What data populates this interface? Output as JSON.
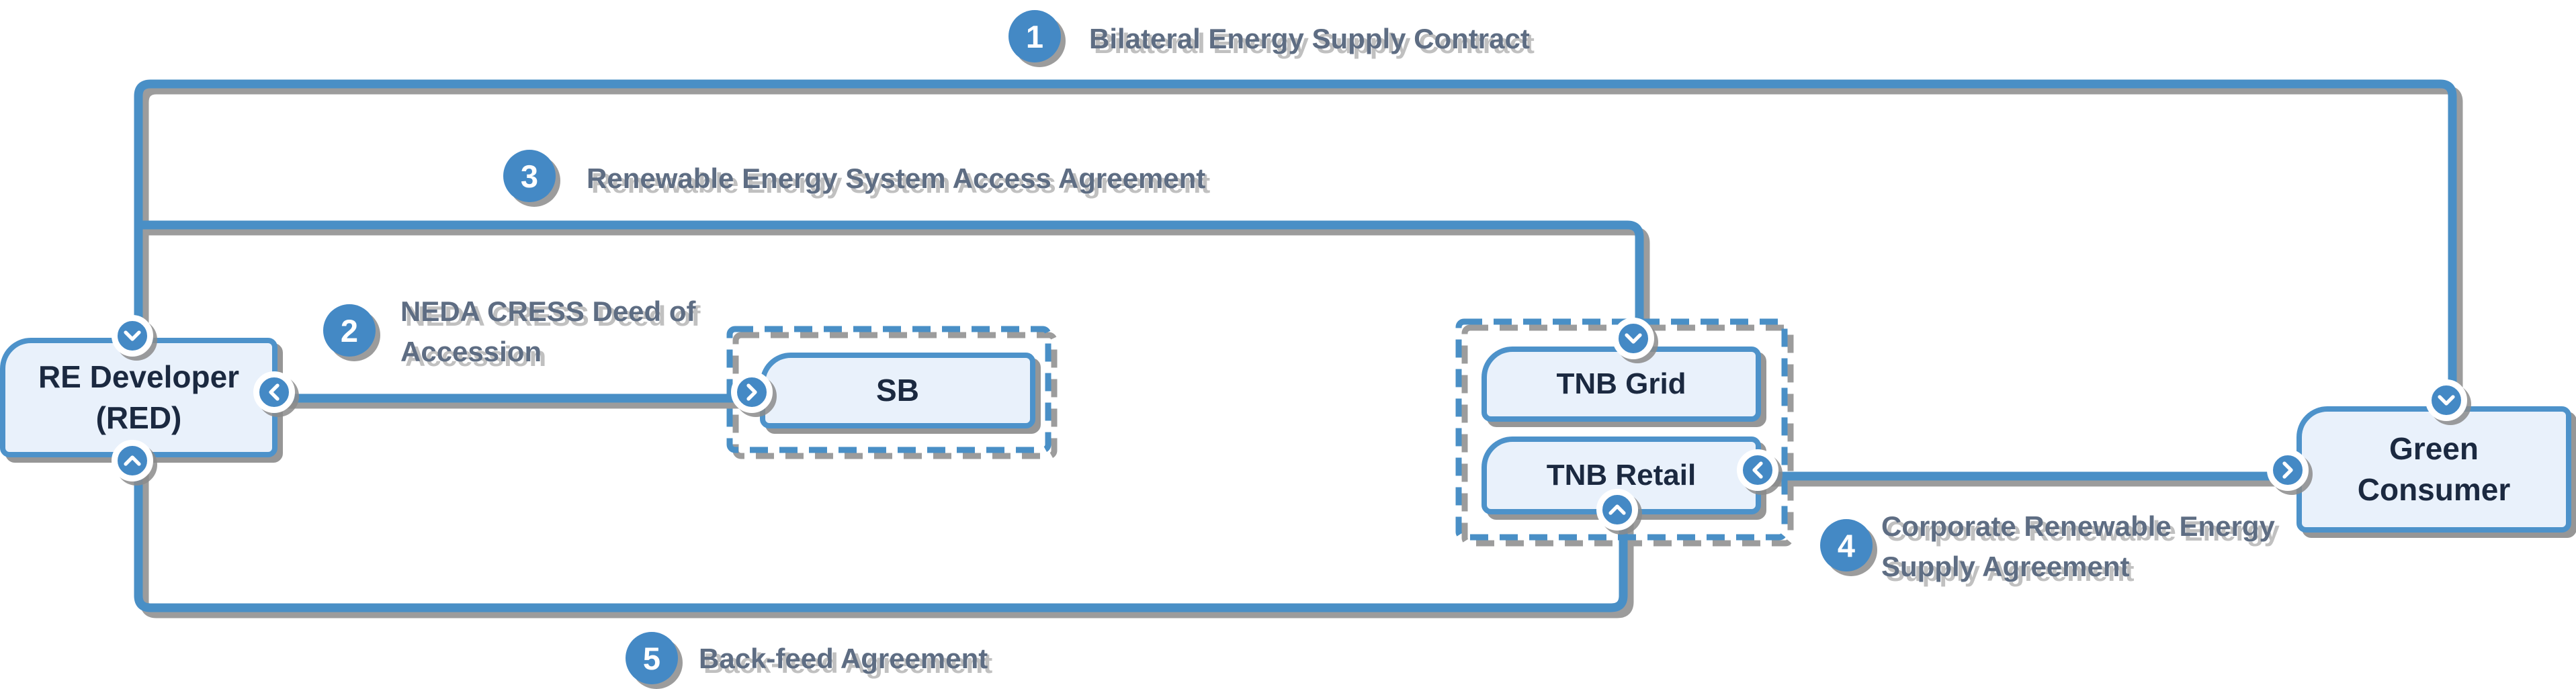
{
  "diagram_title": "CRESS contractual structure diagram",
  "colors": {
    "line_blue": "#4a8fc6",
    "node_fill": "#e9f1fb",
    "node_border": "#4d92ca",
    "node_text": "#1b2940",
    "connector_blue": "#4489c5",
    "label_text": "#5e6d83",
    "shadow_gray": "#8b8b8b",
    "background": "#ffffff"
  },
  "nodes": {
    "red": {
      "label": "RE Developer (RED)"
    },
    "sb": {
      "label": "SB"
    },
    "tnb_grid": {
      "label": "TNB Grid"
    },
    "tnb_retail": {
      "label": "TNB Retail"
    },
    "green_consumer": {
      "label": "Green Consumer"
    }
  },
  "agreements": [
    {
      "number": "1",
      "label": "Bilateral Energy Supply Contract"
    },
    {
      "number": "2",
      "label": "NEDA CRESS Deed of Accession"
    },
    {
      "number": "3",
      "label": "Renewable Energy System Access Agreement"
    },
    {
      "number": "4",
      "label": "Corporate Renewable Energy Supply Agreement"
    },
    {
      "number": "5",
      "label": "Back-feed Agreement"
    }
  ],
  "connections": [
    {
      "from": "red",
      "to": "green_consumer",
      "agreement": "1"
    },
    {
      "from": "red",
      "to": "sb",
      "agreement": "2"
    },
    {
      "from": "red",
      "to": "tnb_grid",
      "agreement": "3"
    },
    {
      "from": "tnb_retail",
      "to": "green_consumer",
      "agreement": "4"
    },
    {
      "from": "red",
      "to": "tnb_retail",
      "agreement": "5"
    }
  ]
}
